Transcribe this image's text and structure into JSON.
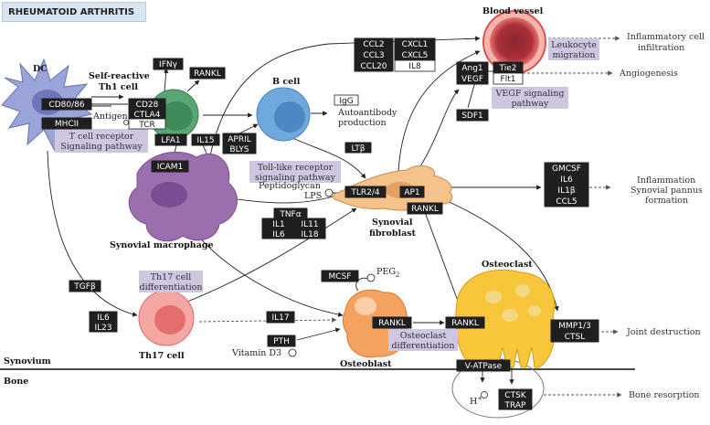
{
  "title": "RHEUMATOID ARTHRITIS",
  "colors": {
    "label_bg": "#1f1f1f",
    "label_text": "#ffffff",
    "pathway_bg": "#cfc6e2",
    "dc": "#9aa4d8",
    "th1": "#5aa673",
    "bcell": "#6fa8dc",
    "macrophage": "#9b6fae",
    "fibroblast": "#f4c38b",
    "th17": "#f08a8a",
    "osteoblast": "#f3a260",
    "osteoclast": "#f7c63a",
    "vessel": "#d9534f"
  },
  "cells": {
    "dc": "DC",
    "th1_line1": "Self-reactive",
    "th1_line2": "Th1 cell",
    "bcell": "B cell",
    "macrophage": "Synovial macrophage",
    "fibroblast_line1": "Synovial",
    "fibroblast_line2": "fibroblast",
    "th17": "Th17 cell",
    "osteoblast": "Osteoblast",
    "osteoclast": "Osteoclast",
    "vessel": "Blood vessel"
  },
  "regions": {
    "synovium": "Synovium",
    "bone": "Bone"
  },
  "labels": {
    "cd80_86": "CD80/86",
    "mhcii": "MHCII",
    "cd28": "CD28",
    "ctla4": "CTLA4",
    "tcr": "TCR",
    "lfa1": "LFA1",
    "il15": "IL15",
    "ifng": "IFNγ",
    "rankl_th1": "RANKL",
    "icam1": "ICAM1",
    "april": "APRIL",
    "blys": "BLYS",
    "igg": "IgG",
    "ltb": "LTβ",
    "tnfa": "TNFα",
    "il1": "IL1",
    "il11": "IL11",
    "il6_mac": "IL6",
    "il18": "IL18",
    "tlr2_4": "TLR2/4",
    "ap1": "AP1",
    "rankl_fib": "RANKL",
    "ccl2": "CCL2",
    "cxcl1": "CXCL1",
    "ccl3": "CCL3",
    "cxcl5": "CXCL5",
    "ccl20": "CCL20",
    "il8": "IL8",
    "ang1": "Ang1",
    "tie2": "Tie2",
    "vegf": "VEGF",
    "flt1": "Flt1",
    "sdf1": "SDF1",
    "gmcsf": "GMCSF",
    "il6_fib": "IL6",
    "il1b": "IL1β",
    "ccl5": "CCL5",
    "tgfb": "TGFβ",
    "il6_th17": "IL6",
    "il23": "IL23",
    "il17": "IL17",
    "mcsf": "MCSF",
    "rankl_ob": "RANKL",
    "rankl_oc": "RANKL",
    "pth": "PTH",
    "mmp1_3": "MMP1/3",
    "ctsl": "CTSL",
    "v_atpase": "V-ATPase",
    "ctsk": "CTSK",
    "trap": "TRAP"
  },
  "pathways": {
    "tcr_line1": "T cell receptor",
    "tcr_line2": "Signaling pathway",
    "toll_line1": "Toll-like receptor",
    "toll_line2": "signaling pathway",
    "th17_line1": "Th17 cell",
    "th17_line2": "differentiation",
    "leuko_line1": "Leukocyte",
    "leuko_line2": "migration",
    "vegf_line1": "VEGF signaling",
    "vegf_line2": "pathway",
    "oc_line1": "Osteoclast",
    "oc_line2": "differentiation"
  },
  "text": {
    "antigen": "Antigen",
    "autoantibody_line1": "Autoantibody",
    "autoantibody_line2": "production",
    "peptidoglycan": "Peptidoglycan",
    "lps": "LPS",
    "peg2": "PEG",
    "peg2_sub": "2",
    "vitamin_d3": "Vitamin D3",
    "h_plus": "H",
    "h_plus_sup": "+"
  },
  "outcomes": {
    "inflam_infiltration_line1": "Inflammatory cell",
    "inflam_infiltration_line2": "infiltration",
    "angiogenesis": "Angiogenesis",
    "inflammation_line1": "Inflammation",
    "inflammation_line2": "Synovial pannus",
    "inflammation_line3": "formation",
    "joint_destruction": "Joint destruction",
    "bone_resorption": "Bone resorption"
  }
}
